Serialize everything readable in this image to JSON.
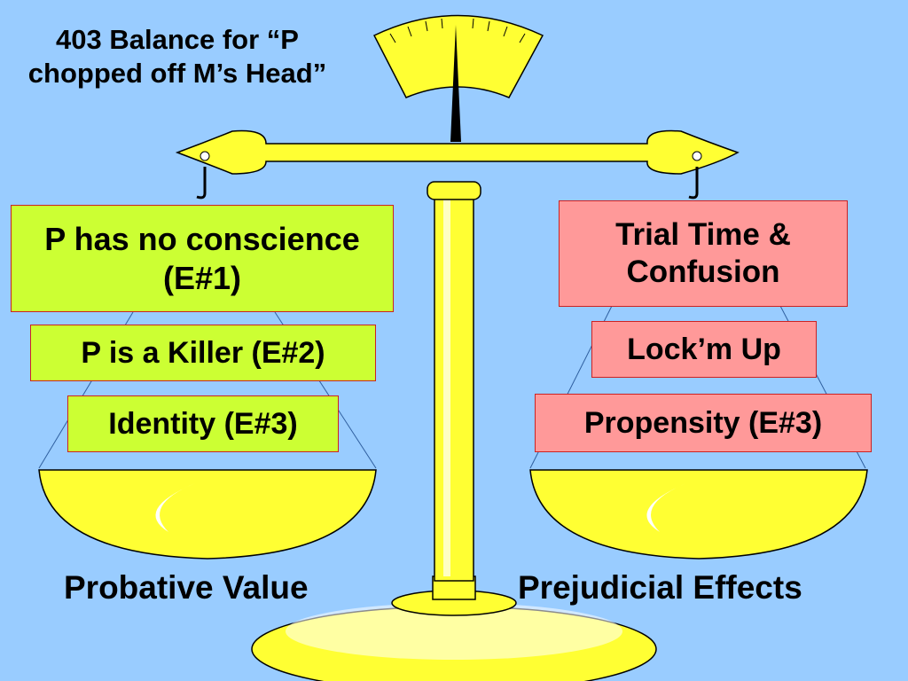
{
  "title": "403 Balance for “P chopped off M’s Head”",
  "left_pan": {
    "caption": "Probative Value",
    "items": [
      "P has no conscience (E#1)",
      "P is a Killer (E#2)",
      "Identity (E#3)"
    ]
  },
  "right_pan": {
    "caption": "Prejudicial Effects",
    "items": [
      "Trial Time & Confusion",
      "Lock’m Up",
      "Propensity (E#3)"
    ]
  },
  "colors": {
    "background": "#99ccff",
    "scale": "#ffff33",
    "probative_box": "#ccff33",
    "prejudicial_box": "#ff9999",
    "box_border": "#cc2222"
  }
}
